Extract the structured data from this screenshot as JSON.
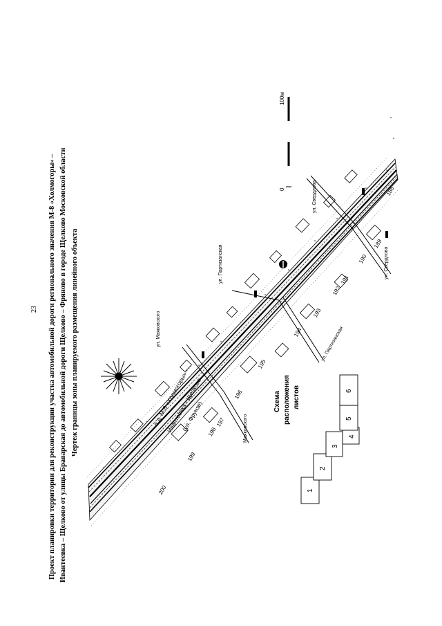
{
  "page_number": "23",
  "title_lines": [
    "Проект планировки территории для реконструкции участка автомобильной дороги регионального значения М-8 «Холмогоры» –",
    "Ивантеевка – Щелково от улицы Браварская до автомобильной дороги Щелково – Фряново в городе Щелково Московской области",
    "Чертеж границы зоны планируемого размещения линейного объекта"
  ],
  "scale_bar": {
    "zero": "0",
    "end": "100м"
  },
  "scheme": {
    "title_line1": "Схема",
    "title_line2": "расположения",
    "title_line3": "листов",
    "sheets": [
      "1",
      "2",
      "3",
      "4",
      "5",
      "6"
    ]
  },
  "road_labels": {
    "main_road_1": "а.д. М-8 «Холмогоры» -",
    "main_road_2": "Ивантеевка - Щелково",
    "main_road_3": "(ул. Фрунзе)",
    "street_mayakovsky": "ул. Маяковского",
    "street_mayakovsky_2": "Маяковского",
    "street_partizanskaya": "ул. Партизанская",
    "street_partizanskaya_2": "ул. Партизанская",
    "street_sverdlova": "ул. Свердлова",
    "street_sverdlova_2": "ул. Свердлова"
  },
  "pickets": [
    "200",
    "199",
    "198",
    "197",
    "196",
    "195",
    "194",
    "193",
    "192",
    "191",
    "190",
    "189",
    "188"
  ],
  "colors": {
    "ink": "#000000",
    "paper": "#ffffff",
    "gray": "#777777"
  },
  "icons": [
    "compass-rose-icon",
    "traffic-light-icon"
  ]
}
